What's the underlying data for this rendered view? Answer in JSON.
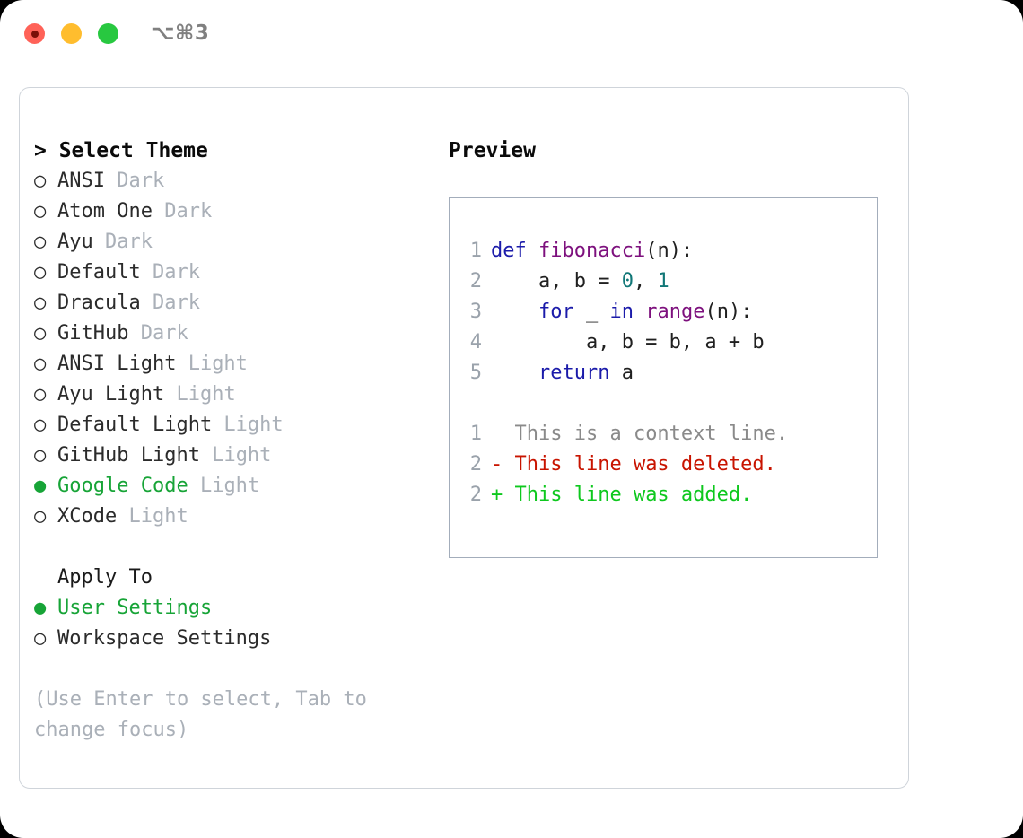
{
  "window": {
    "shortcut": "⌥⌘3",
    "traffic_lights": [
      {
        "name": "close-button",
        "color": "#ff6258"
      },
      {
        "name": "minimize-button",
        "color": "#ffbd2e"
      },
      {
        "name": "maximize-button",
        "color": "#28c840"
      }
    ]
  },
  "theme_picker": {
    "header": "> Select Theme",
    "marker_selected": "●",
    "marker_unselected": "○",
    "items": [
      {
        "name": "ANSI",
        "kind": "Dark",
        "selected": false
      },
      {
        "name": "Atom One",
        "kind": "Dark",
        "selected": false
      },
      {
        "name": "Ayu",
        "kind": "Dark",
        "selected": false
      },
      {
        "name": "Default",
        "kind": "Dark",
        "selected": false
      },
      {
        "name": "Dracula",
        "kind": "Dark",
        "selected": false
      },
      {
        "name": "GitHub",
        "kind": "Dark",
        "selected": false
      },
      {
        "name": "ANSI Light",
        "kind": "Light",
        "selected": false
      },
      {
        "name": "Ayu Light",
        "kind": "Light",
        "selected": false
      },
      {
        "name": "Default Light",
        "kind": "Light",
        "selected": false
      },
      {
        "name": "GitHub Light",
        "kind": "Light",
        "selected": false
      },
      {
        "name": "Google Code",
        "kind": "Light",
        "selected": true
      },
      {
        "name": "XCode",
        "kind": "Light",
        "selected": false
      }
    ]
  },
  "apply_to": {
    "header": "Apply To",
    "options": [
      {
        "label": "User Settings",
        "selected": true
      },
      {
        "label": "Workspace Settings",
        "selected": false
      }
    ]
  },
  "hint": "(Use Enter to select, Tab to change focus)",
  "preview": {
    "header": "Preview",
    "code_lines": [
      {
        "no": "1",
        "tokens": [
          {
            "t": "def ",
            "c": "kw"
          },
          {
            "t": "fibonacci",
            "c": "fn"
          },
          {
            "t": "(n):",
            "c": "punct"
          }
        ]
      },
      {
        "no": "2",
        "tokens": [
          {
            "t": "    a, b = ",
            "c": "txt"
          },
          {
            "t": "0",
            "c": "num"
          },
          {
            "t": ", ",
            "c": "txt"
          },
          {
            "t": "1",
            "c": "num"
          }
        ]
      },
      {
        "no": "3",
        "tokens": [
          {
            "t": "    ",
            "c": "txt"
          },
          {
            "t": "for",
            "c": "kw"
          },
          {
            "t": " _ ",
            "c": "txt"
          },
          {
            "t": "in",
            "c": "kw"
          },
          {
            "t": " ",
            "c": "txt"
          },
          {
            "t": "range",
            "c": "fn"
          },
          {
            "t": "(n):",
            "c": "punct"
          }
        ]
      },
      {
        "no": "4",
        "tokens": [
          {
            "t": "        a, b = b, a + b",
            "c": "txt"
          }
        ]
      },
      {
        "no": "5",
        "tokens": [
          {
            "t": "    ",
            "c": "txt"
          },
          {
            "t": "return",
            "c": "kw"
          },
          {
            "t": " a",
            "c": "txt"
          }
        ]
      }
    ],
    "diff_lines": [
      {
        "no": "1",
        "sign": " ",
        "text": " This is a context line.",
        "kind": "context"
      },
      {
        "no": "2",
        "sign": "-",
        "text": " This line was deleted.",
        "kind": "del"
      },
      {
        "no": "2",
        "sign": "+",
        "text": " This line was added.",
        "kind": "add"
      }
    ]
  },
  "colors": {
    "accent_green": "#17a437",
    "muted_gray": "#aab0b8",
    "keyword_blue": "#1b1baa",
    "function_purple": "#7d107d",
    "number_teal": "#117777",
    "diff_delete_red": "#c81400",
    "diff_add_green": "#0ec81e",
    "lineno_gray": "#9aa2ab",
    "panel_border": "#cfd4da",
    "preview_border": "#a3adbb"
  }
}
